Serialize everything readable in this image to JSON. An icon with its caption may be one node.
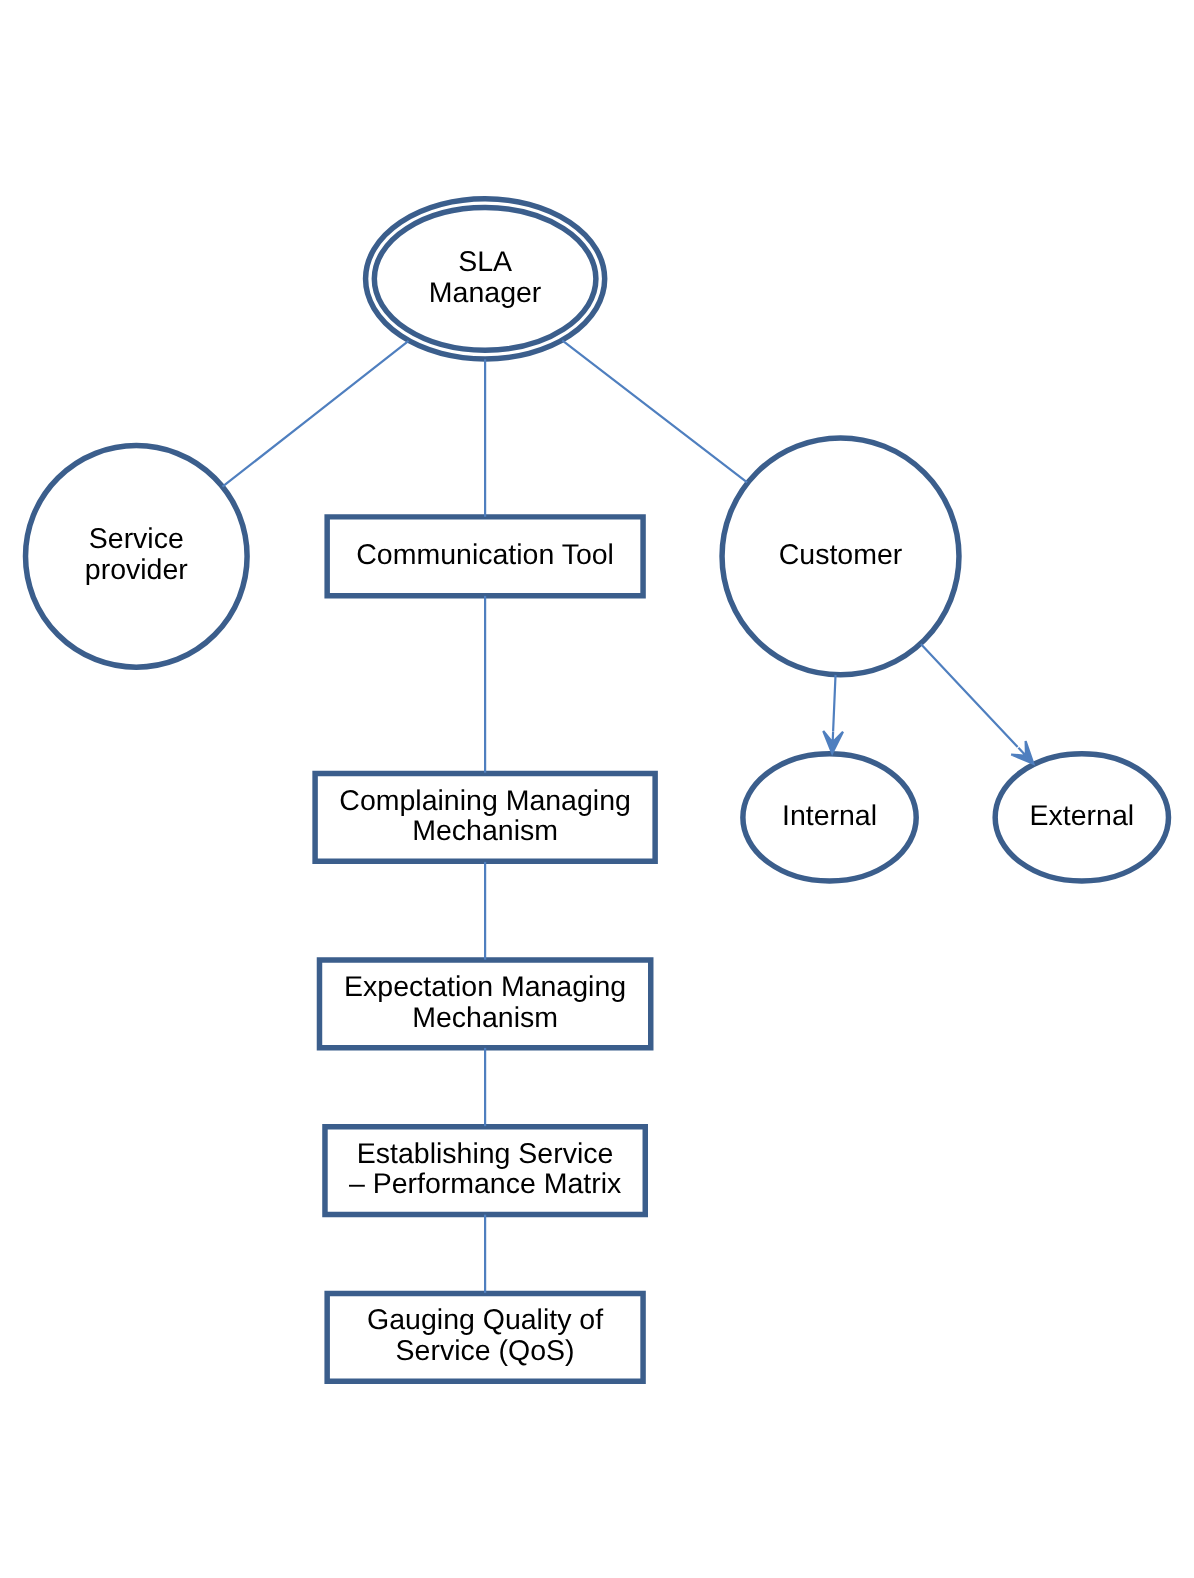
{
  "diagram": {
    "nodes": [
      {
        "text": [
          "SLA Manager"
        ]
      },
      {
        "text": [
          "Service provider"
        ]
      },
      {
        "text": [
          "Communication Tool"
        ]
      },
      {
        "text": [
          "Customer"
        ]
      },
      {
        "text": [
          "Complaining Managing Mechanism"
        ]
      },
      {
        "text": [
          "Expectation Managing Mechanism"
        ]
      },
      {
        "text": [
          "Internal"
        ]
      },
      {
        "text": [
          "External"
        ]
      },
      {
        "text": [
          "Establishing Service – Performance Matrix"
        ]
      },
      {
        "text": [
          "Gauging Quality of Service (QoS)"
        ]
      }
    ],
    "edges": [
      {
        "from": 0,
        "to": 1,
        "arrow": "none"
      },
      {
        "from": 0,
        "to": 2,
        "arrow": "none"
      },
      {
        "from": 0,
        "to": 3,
        "arrow": "none"
      },
      {
        "from": 2,
        "to": 4,
        "arrow": "none"
      },
      {
        "from": 4,
        "to": 5,
        "arrow": "none"
      },
      {
        "from": 5,
        "to": 8,
        "arrow": "none"
      },
      {
        "from": 8,
        "to": 9,
        "arrow": "none"
      },
      {
        "from": 3,
        "to": 6,
        "arrow": "to"
      },
      {
        "from": 3,
        "to": 7,
        "arrow": "to"
      }
    ]
  }
}
